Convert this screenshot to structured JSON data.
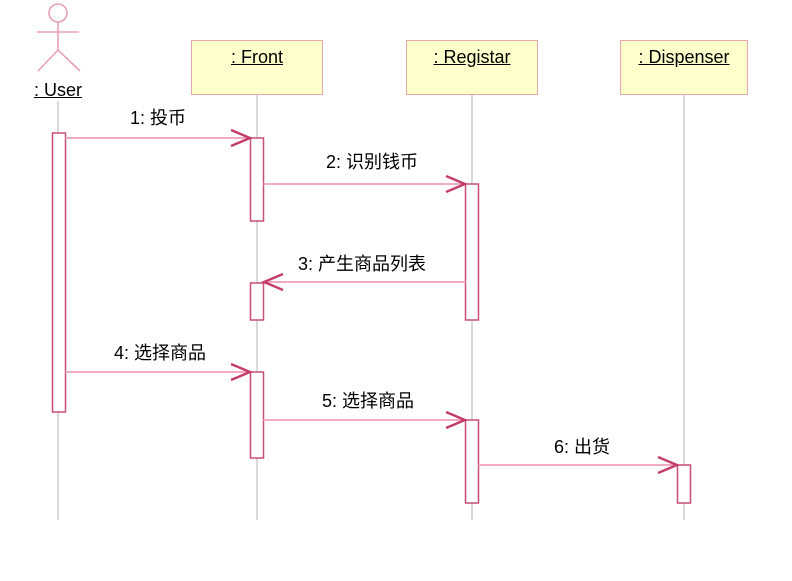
{
  "diagram": {
    "type": "uml-sequence-diagram",
    "actor": {
      "name": ": User"
    },
    "objects": [
      {
        "name": ": Front"
      },
      {
        "name": ": Registar"
      },
      {
        "name": ": Dispenser"
      }
    ],
    "messages": [
      {
        "label": "1: 投币",
        "from": ": User",
        "to": ": Front"
      },
      {
        "label": "2: 识别钱币",
        "from": ": Front",
        "to": ": Registar"
      },
      {
        "label": "3: 产生商品列表",
        "from": ": Registar",
        "to": ": Front"
      },
      {
        "label": "4: 选择商品",
        "from": ": User",
        "to": ": Front"
      },
      {
        "label": "5: 选择商品",
        "from": ": Front",
        "to": ": Registar"
      },
      {
        "label": "6: 出货",
        "from": ": Registar",
        "to": ": Dispenser"
      }
    ],
    "colors": {
      "object_fill": "#ffffcc",
      "object_border": "#e8a7ac",
      "activation_fill": "#ffffff",
      "activation_border": "#c84f77",
      "message_line": "#f1acbd",
      "arrowhead": "#c33c6b",
      "actor": "#e7a2b4",
      "lifeline": "#b3b3b3",
      "text": "#000000"
    }
  }
}
